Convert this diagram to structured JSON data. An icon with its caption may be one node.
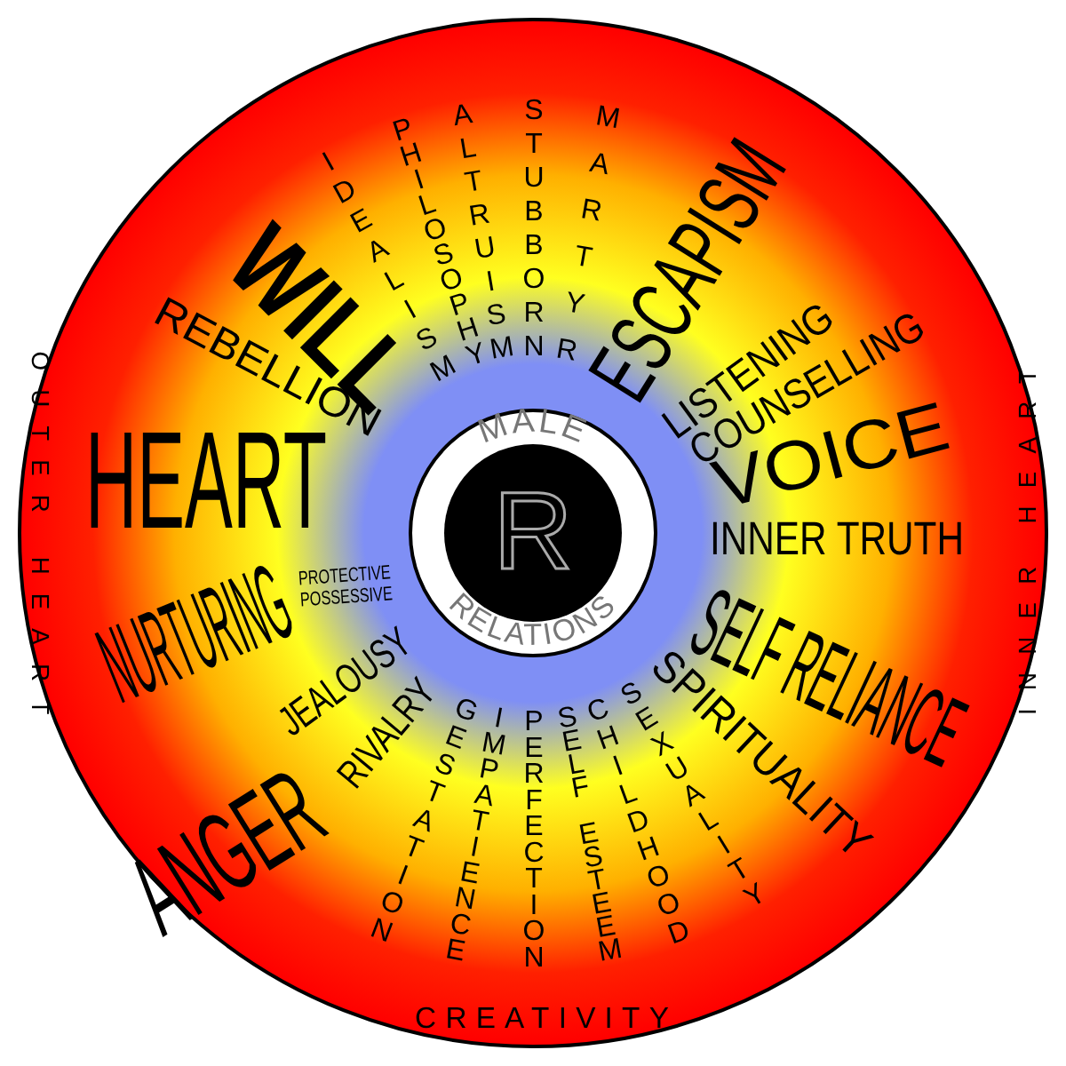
{
  "diagram": {
    "labels": [
      "STUBBORN",
      "MARTYR",
      "ALTRUISM",
      "PHILOSOPHY",
      "IDEALISM",
      "ESCAPISM",
      "WILL",
      "LISTENING",
      "REBELLION",
      "COUNSELLING",
      "MALE",
      "VOICE",
      "HEART",
      "R",
      "INNER TRUTH",
      "OUTER HEART",
      "INNER HEART",
      "PROTECTIVE",
      "POSSESSIVE",
      "NURTURING",
      "RELATIONS",
      "SELF RELIANCE",
      "JEALOUSY",
      "SPIRITUALITY",
      "RIVALRY",
      "GESTATION",
      "IMPATIENCE",
      "PERFECTION",
      "SELF ESTEEM",
      "CHILDHOOD",
      "SEXUALITY",
      "ANGER",
      "CREATIVITY"
    ]
  }
}
